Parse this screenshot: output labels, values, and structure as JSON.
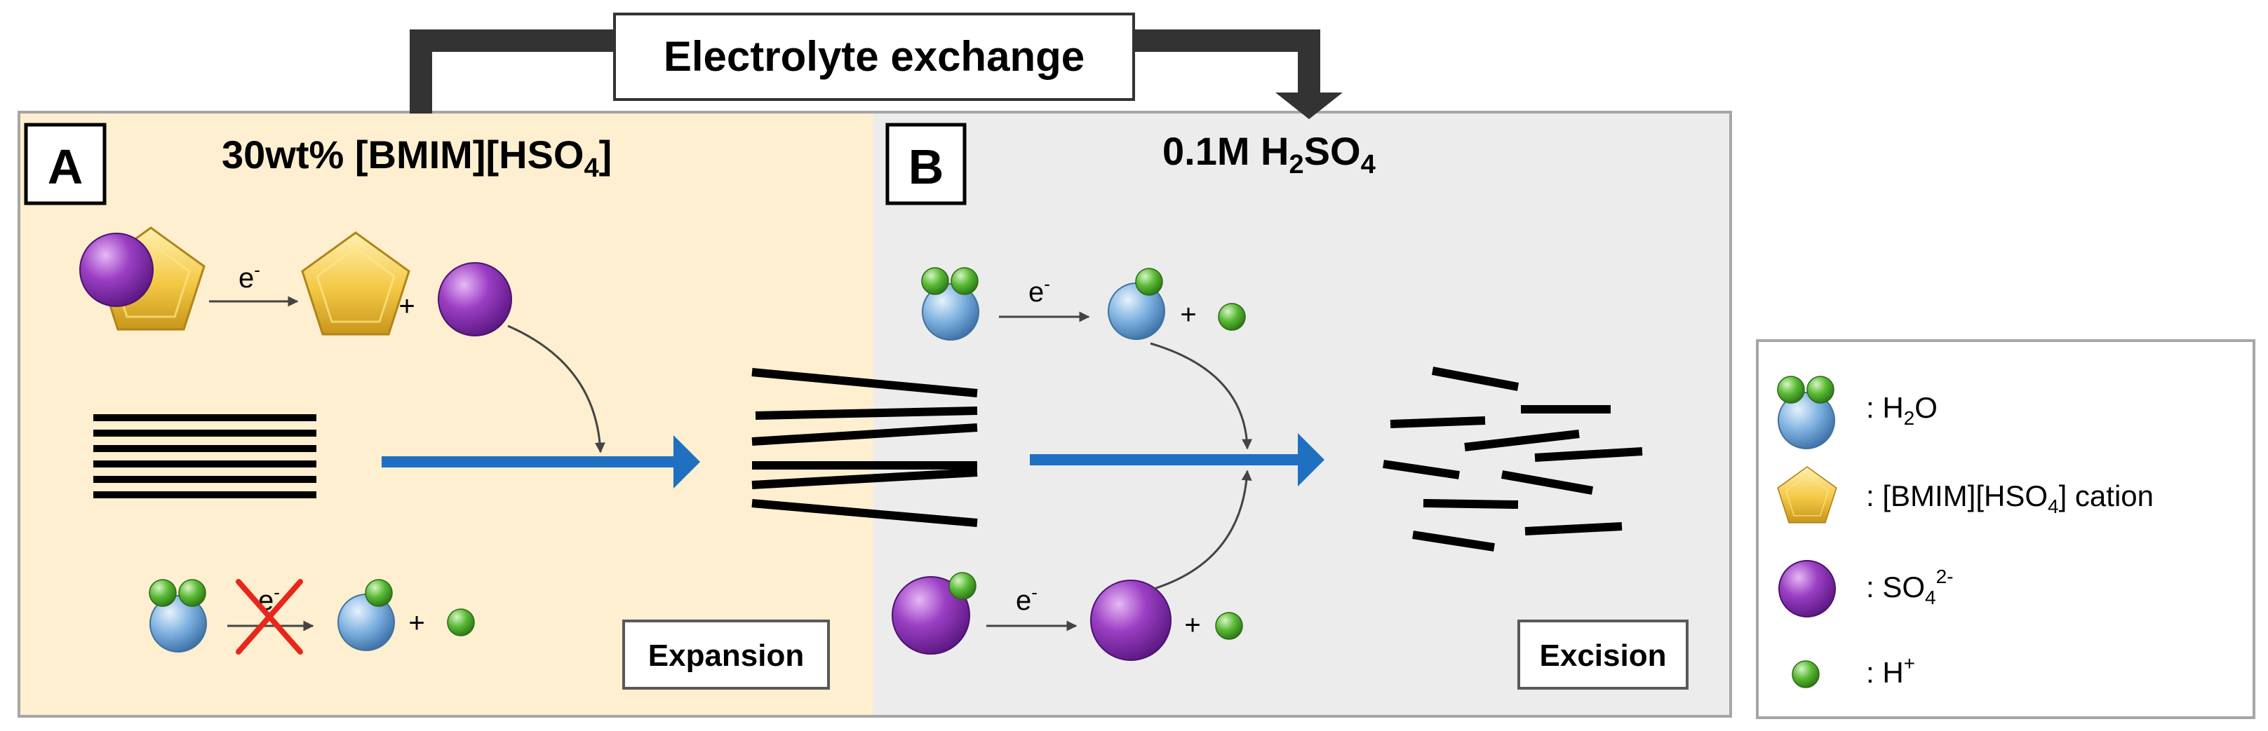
{
  "exchange": {
    "label": "Electrolyte exchange"
  },
  "panel_a": {
    "letter": "A",
    "title": "30wt% [BMIM][HSO",
    "title_sub": "4",
    "title_end": "]",
    "electron": "e",
    "electron_sup": "-",
    "plus": "+",
    "process_label": "Expansion"
  },
  "panel_b": {
    "letter": "B",
    "title": "0.1M H",
    "title_sub1": "2",
    "title_mid": "SO",
    "title_sub2": "4",
    "electron": "e",
    "electron_sup": "-",
    "plus": "+",
    "process_label": "Excision"
  },
  "legend": {
    "water": {
      "prefix": ": H",
      "sub": "2",
      "suffix": "O"
    },
    "cation": {
      "prefix": ": [BMIM][HSO",
      "sub": "4",
      "suffix": "] cation"
    },
    "sulfate": {
      "prefix": ": SO",
      "sub": "4",
      "sup": "2-"
    },
    "proton": {
      "prefix": ": H",
      "sup": "+"
    }
  },
  "colors": {
    "panel_a_bg": "#fdefcf",
    "panel_b_bg": "#ececec",
    "arrow_blue": "#1f70c1",
    "pentagon": "#f4c845",
    "sulfate": "#9b3fc4",
    "water": "#7fb2e0",
    "proton": "#55b733",
    "cross": "#e8261c"
  }
}
